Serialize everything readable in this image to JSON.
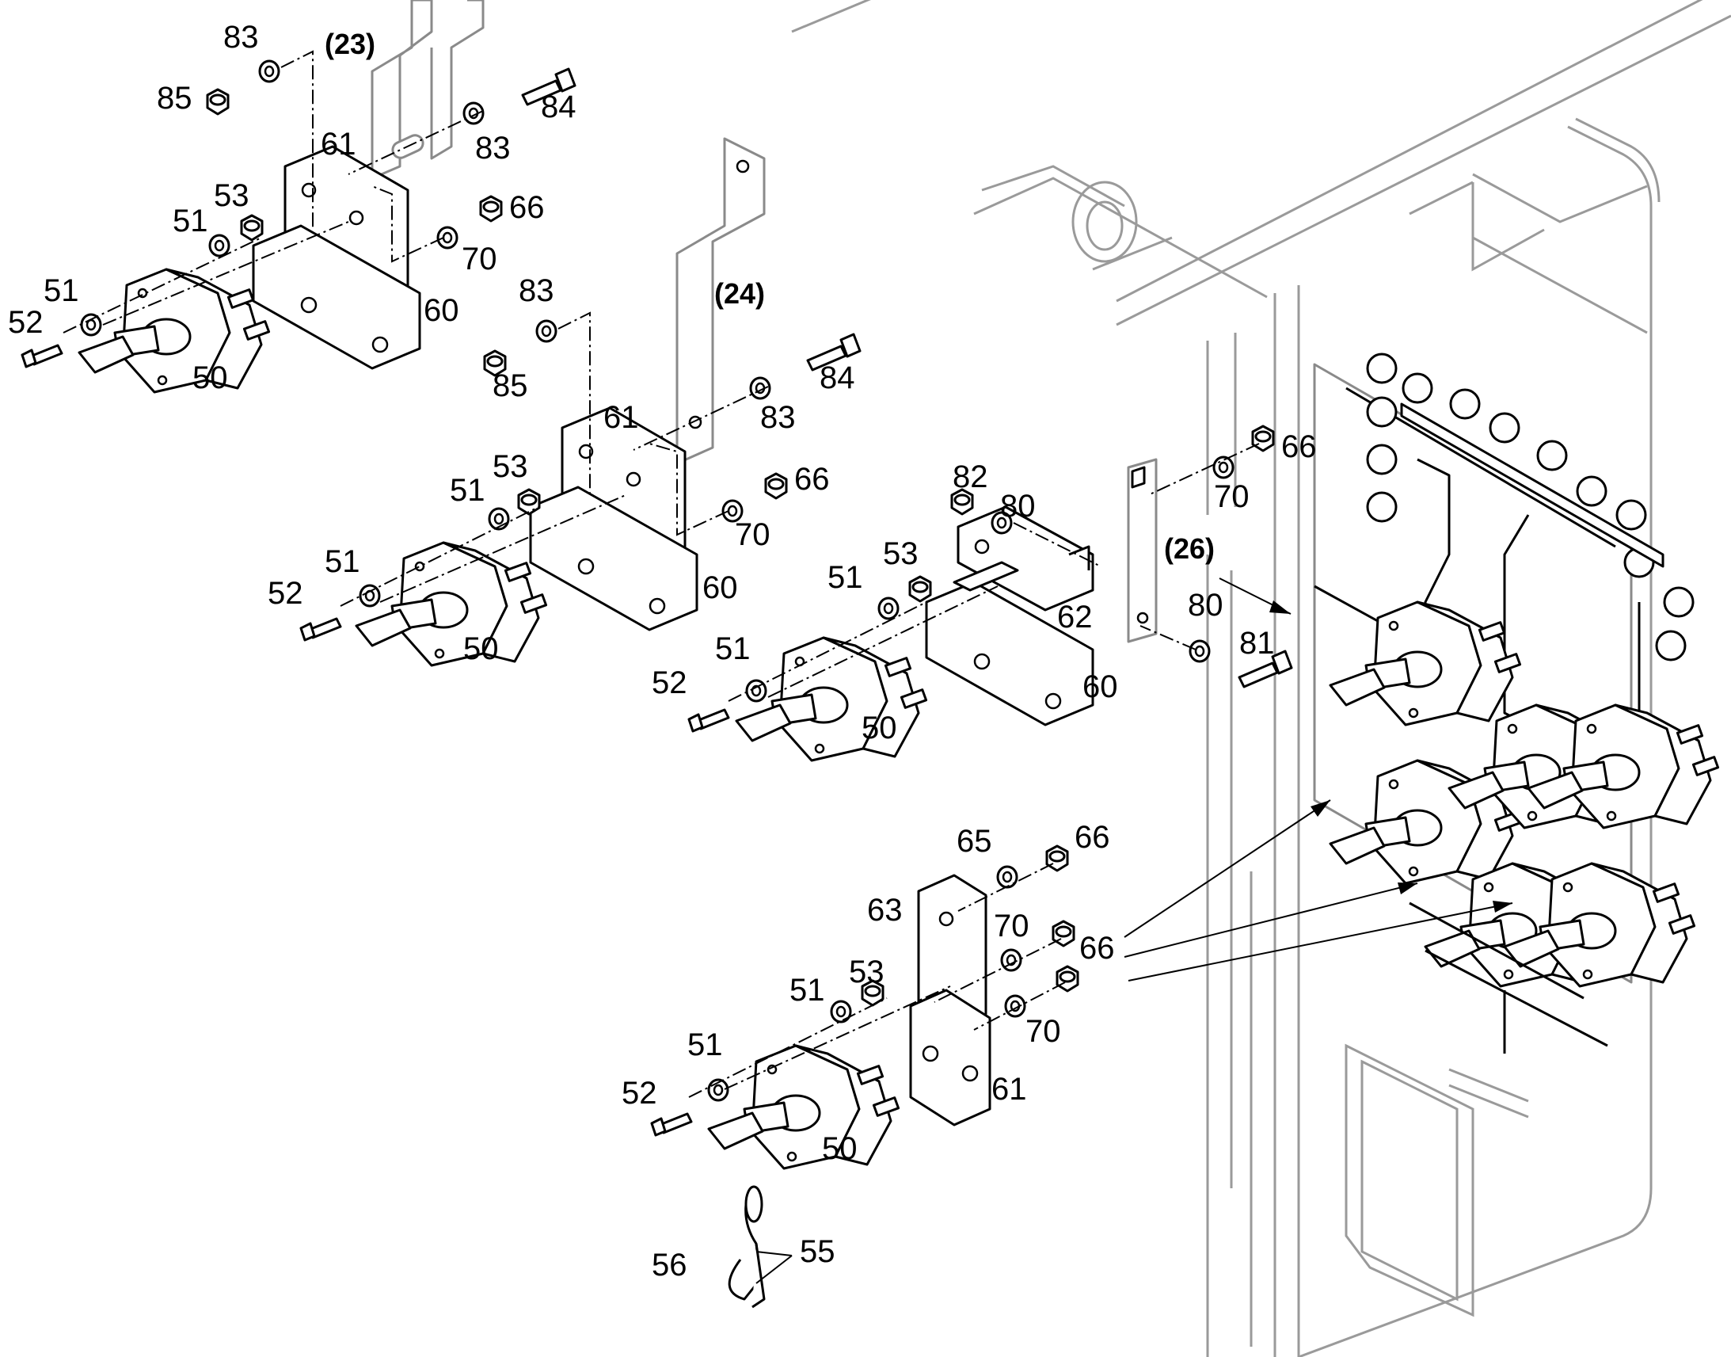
{
  "title": "",
  "colors": {
    "line": "#000000",
    "background_structure": "#9a9a9a",
    "paper": "#ffffff"
  },
  "references": [
    "(23)",
    "(24)",
    "(26)"
  ],
  "callouts": {
    "g1": {
      "c83a": "83",
      "c85": "85",
      "c84": "84",
      "c83b": "83",
      "c61": "61",
      "c53": "53",
      "c51a": "51",
      "c66": "66",
      "c70": "70",
      "c51b": "51",
      "c52": "52",
      "c60": "60",
      "c50": "50"
    },
    "g2": {
      "c83a": "83",
      "c85": "85",
      "c84": "84",
      "c83b": "83",
      "c61": "61",
      "c53": "53",
      "c51a": "51",
      "c66": "66",
      "c70": "70",
      "c51b": "51",
      "c52": "52",
      "c60": "60",
      "c50": "50"
    },
    "g3": {
      "c82": "82",
      "c80a": "80",
      "c66": "66",
      "c70": "70",
      "c53": "53",
      "c51a": "51",
      "c62": "62",
      "c80b": "80",
      "c81": "81",
      "c51b": "51",
      "c52": "52",
      "c60": "60",
      "c50": "50"
    },
    "g4": {
      "c65": "65",
      "c66a": "66",
      "c63": "63",
      "c70a": "70",
      "c66b": "66",
      "c53": "53",
      "c51a": "51",
      "c70b": "70",
      "c51b": "51",
      "c52": "52",
      "c61": "61",
      "c50": "50",
      "c56": "56",
      "c55": "55"
    }
  }
}
